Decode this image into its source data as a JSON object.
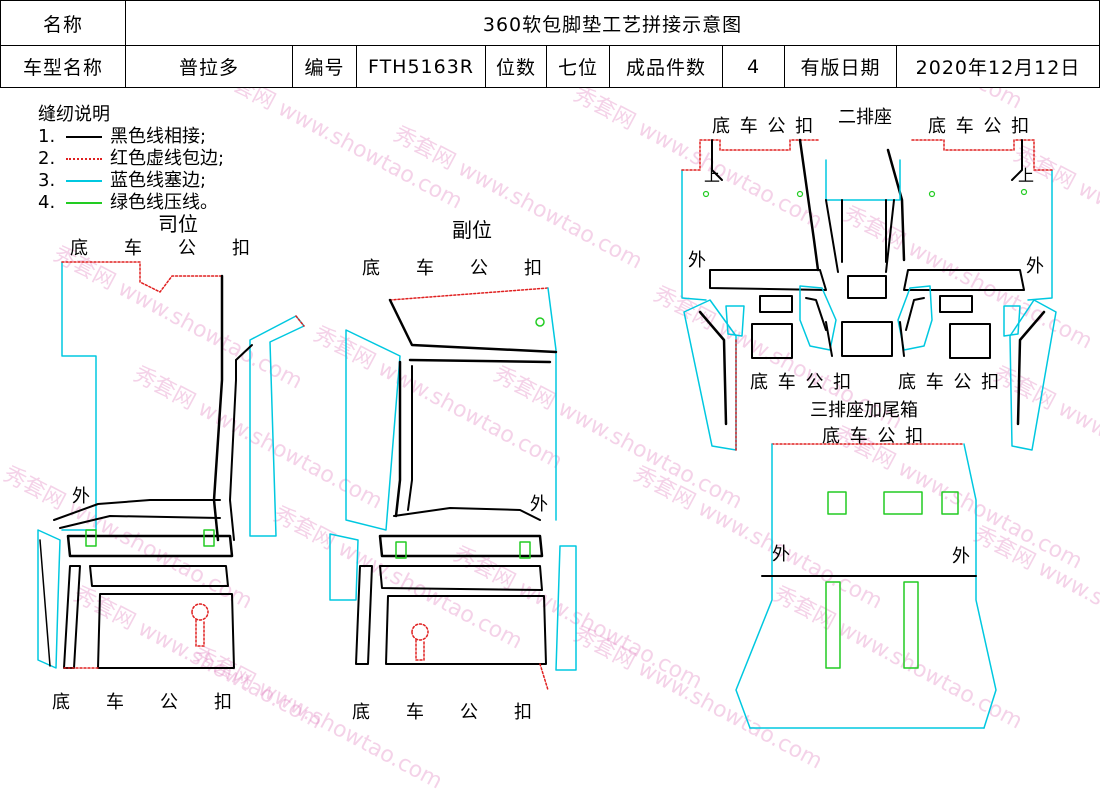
{
  "header": {
    "name_label": "名称",
    "title": "360软包脚垫工艺拼接示意图",
    "model_label": "车型名称",
    "model_value": "普拉多",
    "code_label": "编号",
    "code_value": "FTH5163R",
    "seats_label": "位数",
    "seats_value": "七位",
    "pieces_label": "成品件数",
    "pieces_value": "4",
    "date_label": "有版日期",
    "date_value": "2020年12月12日"
  },
  "legend": {
    "title": "缝纫说明",
    "items": [
      {
        "num": "1.",
        "text": "黑色线相接;",
        "color": "#000000",
        "style": "solid"
      },
      {
        "num": "2.",
        "text": "红色虚线包边;",
        "color": "#e02020",
        "style": "dotted"
      },
      {
        "num": "3.",
        "text": "蓝色线塞边;",
        "color": "#00c8e0",
        "style": "solid"
      },
      {
        "num": "4.",
        "text": "绿色线压线。",
        "color": "#22cc22",
        "style": "solid"
      }
    ]
  },
  "labels": {
    "driver": "司位",
    "passenger": "副位",
    "second_row": "二排座",
    "third_row": "三排座加尾箱",
    "bottom_clip": "底　　车　　公　　扣",
    "bottom_clip_short": "底 车 公 扣",
    "outside": "外",
    "up": "上"
  },
  "watermark": {
    "cn": "秀套网",
    "en": "www.showtao.com"
  },
  "colors": {
    "black": "#000000",
    "red": "#e02020",
    "cyan": "#00c8e0",
    "green": "#22cc22"
  }
}
